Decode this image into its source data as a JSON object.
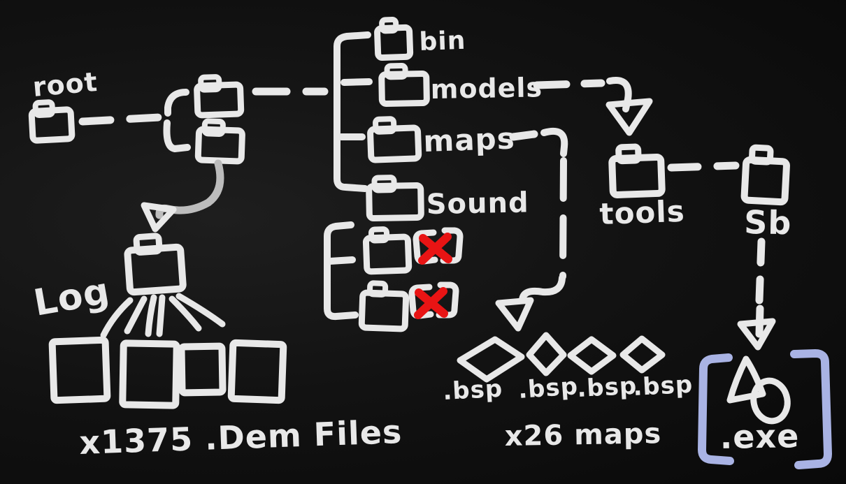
{
  "colors": {
    "ink": "#e8e8e8",
    "ink_dim": "#bcbcbc",
    "red_x": "#e81414",
    "exe_bracket_blue": "#a9b3e4"
  },
  "nodes": {
    "root": "root",
    "bin": "bin",
    "models": "models",
    "maps": "maps",
    "sound": "Sound",
    "tools": "tools",
    "sb": "Sb",
    "log": "Log"
  },
  "annotations": {
    "dem_files_count": "x1375 .Dem Files",
    "maps_count": "x26 maps",
    "exe_label": ".exe",
    "bsp_labels": [
      ".bsp",
      ".bsp",
      ".bsp",
      ".bsp"
    ],
    "deleted_folder_count": 2
  }
}
